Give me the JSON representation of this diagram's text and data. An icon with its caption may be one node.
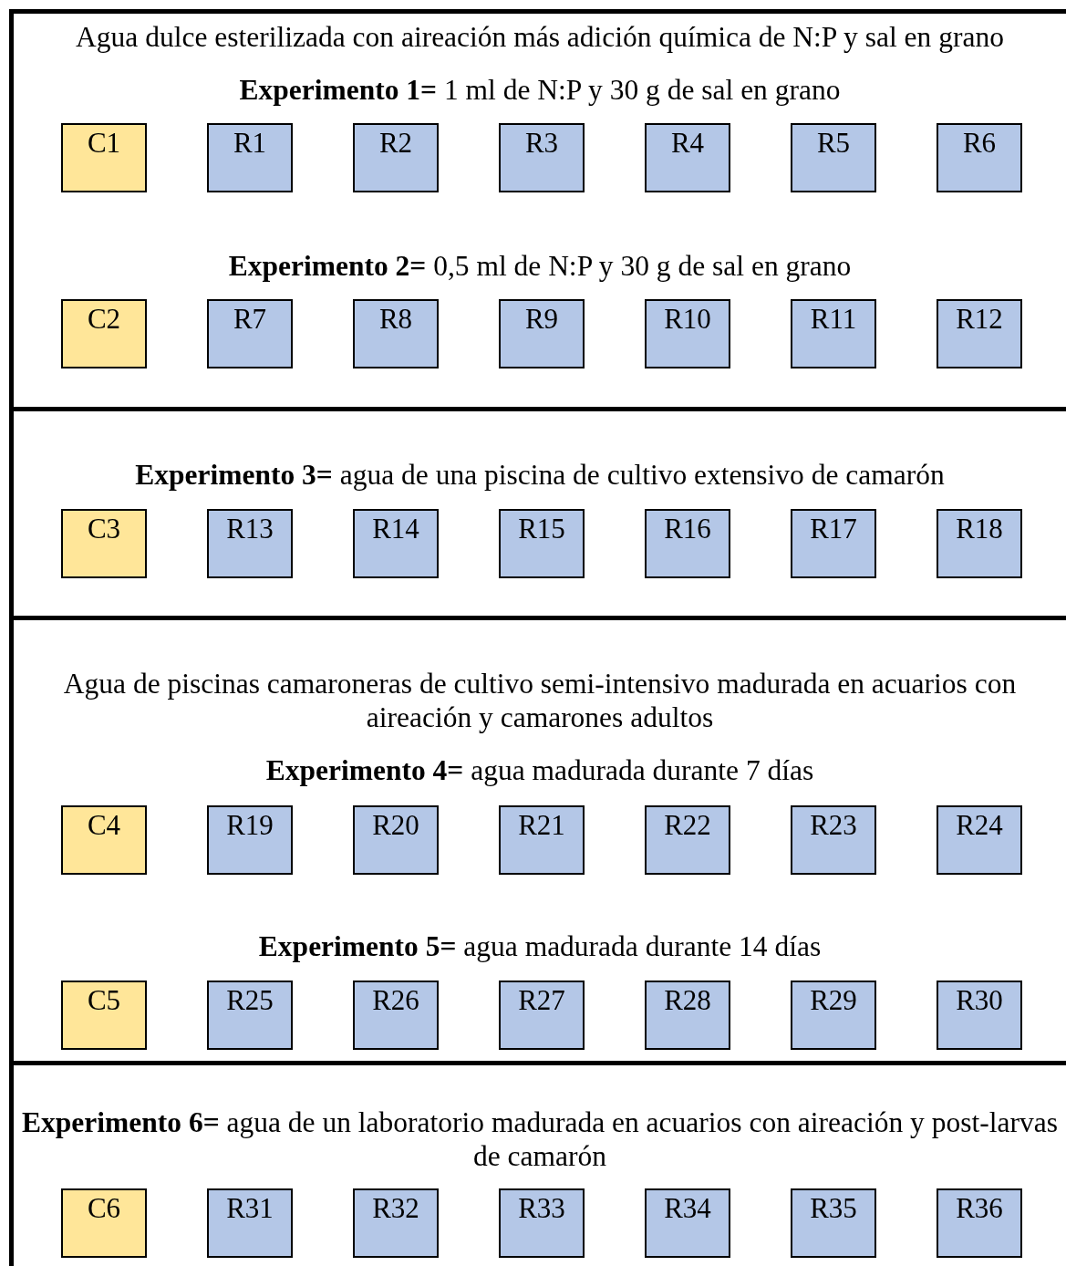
{
  "diagram": {
    "nodes": [
      {
        "text": [
          "Agua dulce esterilizada con aireación más adición química de N:P y sal en grano",
          "**Experimento 1=** 1 ml de N:P y 30 g de sal en grano",
          "**Experimento 2=** 0,5 ml de N:P y 30 g de sal en grano"
        ]
      },
      {
        "text": [
          "C1"
        ],
        "in": 0
      },
      {
        "text": [
          "R1"
        ],
        "in": 0
      },
      {
        "text": [
          "R2"
        ],
        "in": 0
      },
      {
        "text": [
          "R3"
        ],
        "in": 0
      },
      {
        "text": [
          "R4"
        ],
        "in": 0
      },
      {
        "text": [
          "R5"
        ],
        "in": 0
      },
      {
        "text": [
          "R6"
        ],
        "in": 0
      },
      {
        "text": [
          "C2"
        ],
        "in": 0
      },
      {
        "text": [
          "R7"
        ],
        "in": 0
      },
      {
        "text": [
          "R8"
        ],
        "in": 0
      },
      {
        "text": [
          "R9"
        ],
        "in": 0
      },
      {
        "text": [
          "R10"
        ],
        "in": 0
      },
      {
        "text": [
          "R11"
        ],
        "in": 0
      },
      {
        "text": [
          "R12"
        ],
        "in": 0
      },
      {
        "text": [
          "**Experimento 3=** agua de una piscina de cultivo extensivo de camarón"
        ]
      },
      {
        "text": [
          "C3"
        ],
        "in": 15
      },
      {
        "text": [
          "R13"
        ],
        "in": 15
      },
      {
        "text": [
          "R14"
        ],
        "in": 15
      },
      {
        "text": [
          "R15"
        ],
        "in": 15
      },
      {
        "text": [
          "R16"
        ],
        "in": 15
      },
      {
        "text": [
          "R17"
        ],
        "in": 15
      },
      {
        "text": [
          "R18"
        ],
        "in": 15
      },
      {
        "text": [
          "Agua de piscinas camaroneras de cultivo semi-intensivo madurada en acuarios con aireación y camarones adultos",
          "**Experimento 4=** agua madurada durante 7 días",
          "**Experimento 5=** agua madurada durante 14 días"
        ]
      },
      {
        "text": [
          "C4"
        ],
        "in": 23
      },
      {
        "text": [
          "R19"
        ],
        "in": 23
      },
      {
        "text": [
          "R20"
        ],
        "in": 23
      },
      {
        "text": [
          "R21"
        ],
        "in": 23
      },
      {
        "text": [
          "R22"
        ],
        "in": 23
      },
      {
        "text": [
          "R23"
        ],
        "in": 23
      },
      {
        "text": [
          "R24"
        ],
        "in": 23
      },
      {
        "text": [
          "C5"
        ],
        "in": 23
      },
      {
        "text": [
          "R25"
        ],
        "in": 23
      },
      {
        "text": [
          "R26"
        ],
        "in": 23
      },
      {
        "text": [
          "R27"
        ],
        "in": 23
      },
      {
        "text": [
          "R28"
        ],
        "in": 23
      },
      {
        "text": [
          "R29"
        ],
        "in": 23
      },
      {
        "text": [
          "R30"
        ],
        "in": 23
      },
      {
        "text": [
          "**Experimento 6=** agua de un laboratorio madurada en acuarios con aireación y post-larvas de camarón"
        ]
      },
      {
        "text": [
          "C6"
        ],
        "in": 38
      },
      {
        "text": [
          "R31"
        ],
        "in": 38
      },
      {
        "text": [
          "R32"
        ],
        "in": 38
      },
      {
        "text": [
          "R33"
        ],
        "in": 38
      },
      {
        "text": [
          "R34"
        ],
        "in": 38
      },
      {
        "text": [
          "R35"
        ],
        "in": 38
      },
      {
        "text": [
          "R36"
        ],
        "in": 38
      }
    ]
  }
}
